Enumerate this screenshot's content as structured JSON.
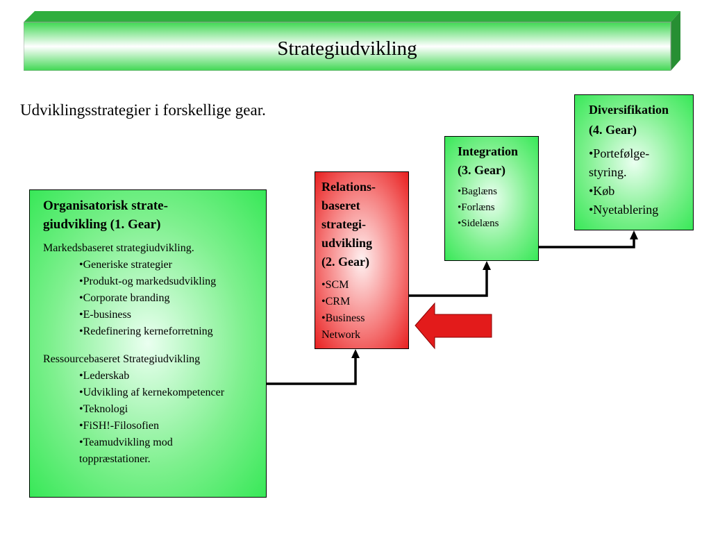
{
  "title": "Strategiudvikling",
  "subtitle": "Udviklingsstrategier i forskellige gear.",
  "colors": {
    "green_box": "#38e858",
    "red_box": "#e82020",
    "banner_green": "#37d34a",
    "arrow_red": "#e31b1b"
  },
  "gear1": {
    "heading_line1": "Organisatorisk strate-",
    "heading_line2": "giudvikling (1. Gear)",
    "section1": "Markedsbaseret strategiudvikling.",
    "items1": [
      "•Generiske strategier",
      "•Produkt-og markedsudvikling",
      "•Corporate branding",
      "•E-business",
      "•Redefinering kerneforretning"
    ],
    "section2": "Ressourcebaseret Strategiudvikling",
    "items2": [
      "•Lederskab",
      "•Udvikling af kernekompetencer",
      "•Teknologi",
      "•FiSH!-Filosofien",
      "•Teamudvikling mod",
      "toppræstationer."
    ]
  },
  "gear2": {
    "heading": [
      "Relations-",
      "baseret",
      "strategi-",
      "udvikling",
      "(2. Gear)"
    ],
    "items": [
      "•SCM",
      "•CRM",
      "•Business",
      "Network"
    ]
  },
  "gear3": {
    "heading": [
      "Integration",
      "(3. Gear)"
    ],
    "items": [
      "•Baglæns",
      "•Forlæns",
      "•Sidelæns"
    ]
  },
  "gear4": {
    "heading": [
      "Diversifikation",
      "(4. Gear)"
    ],
    "items": [
      "•Portefølge-",
      "styring.",
      "•Køb",
      "•Nyetablering"
    ]
  }
}
